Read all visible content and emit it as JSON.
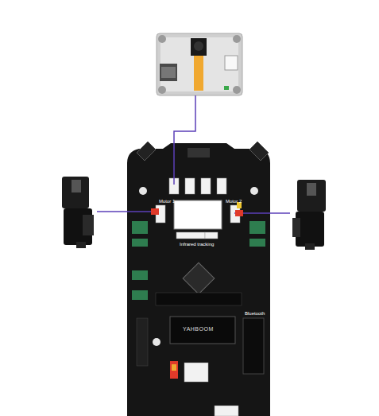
{
  "diagram": {
    "labels": [
      "Motor 1",
      "Motor 2",
      "Infrared tracking",
      "Bluetooth",
      "YAHBOOM"
    ]
  }
}
